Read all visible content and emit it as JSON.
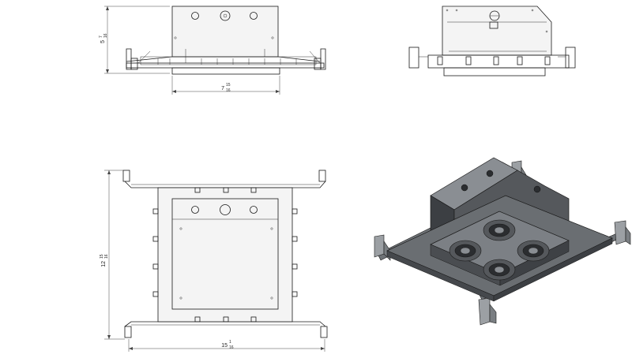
{
  "drawing": {
    "dimensions": {
      "front_height": {
        "whole": "5",
        "num": "7",
        "den": "16"
      },
      "front_width": {
        "whole": "7",
        "num": "15",
        "den": "16"
      },
      "plan_height": {
        "whole": "12",
        "num": "15",
        "den": "16"
      },
      "plan_width": {
        "whole": "15",
        "num": "1",
        "den": "16"
      }
    },
    "colors": {
      "line": "#1a1a1a",
      "housing": "#55585c",
      "housing_dark": "#3c3f43",
      "housing_light": "#8a8e93",
      "lens": "#2b2d30"
    }
  }
}
